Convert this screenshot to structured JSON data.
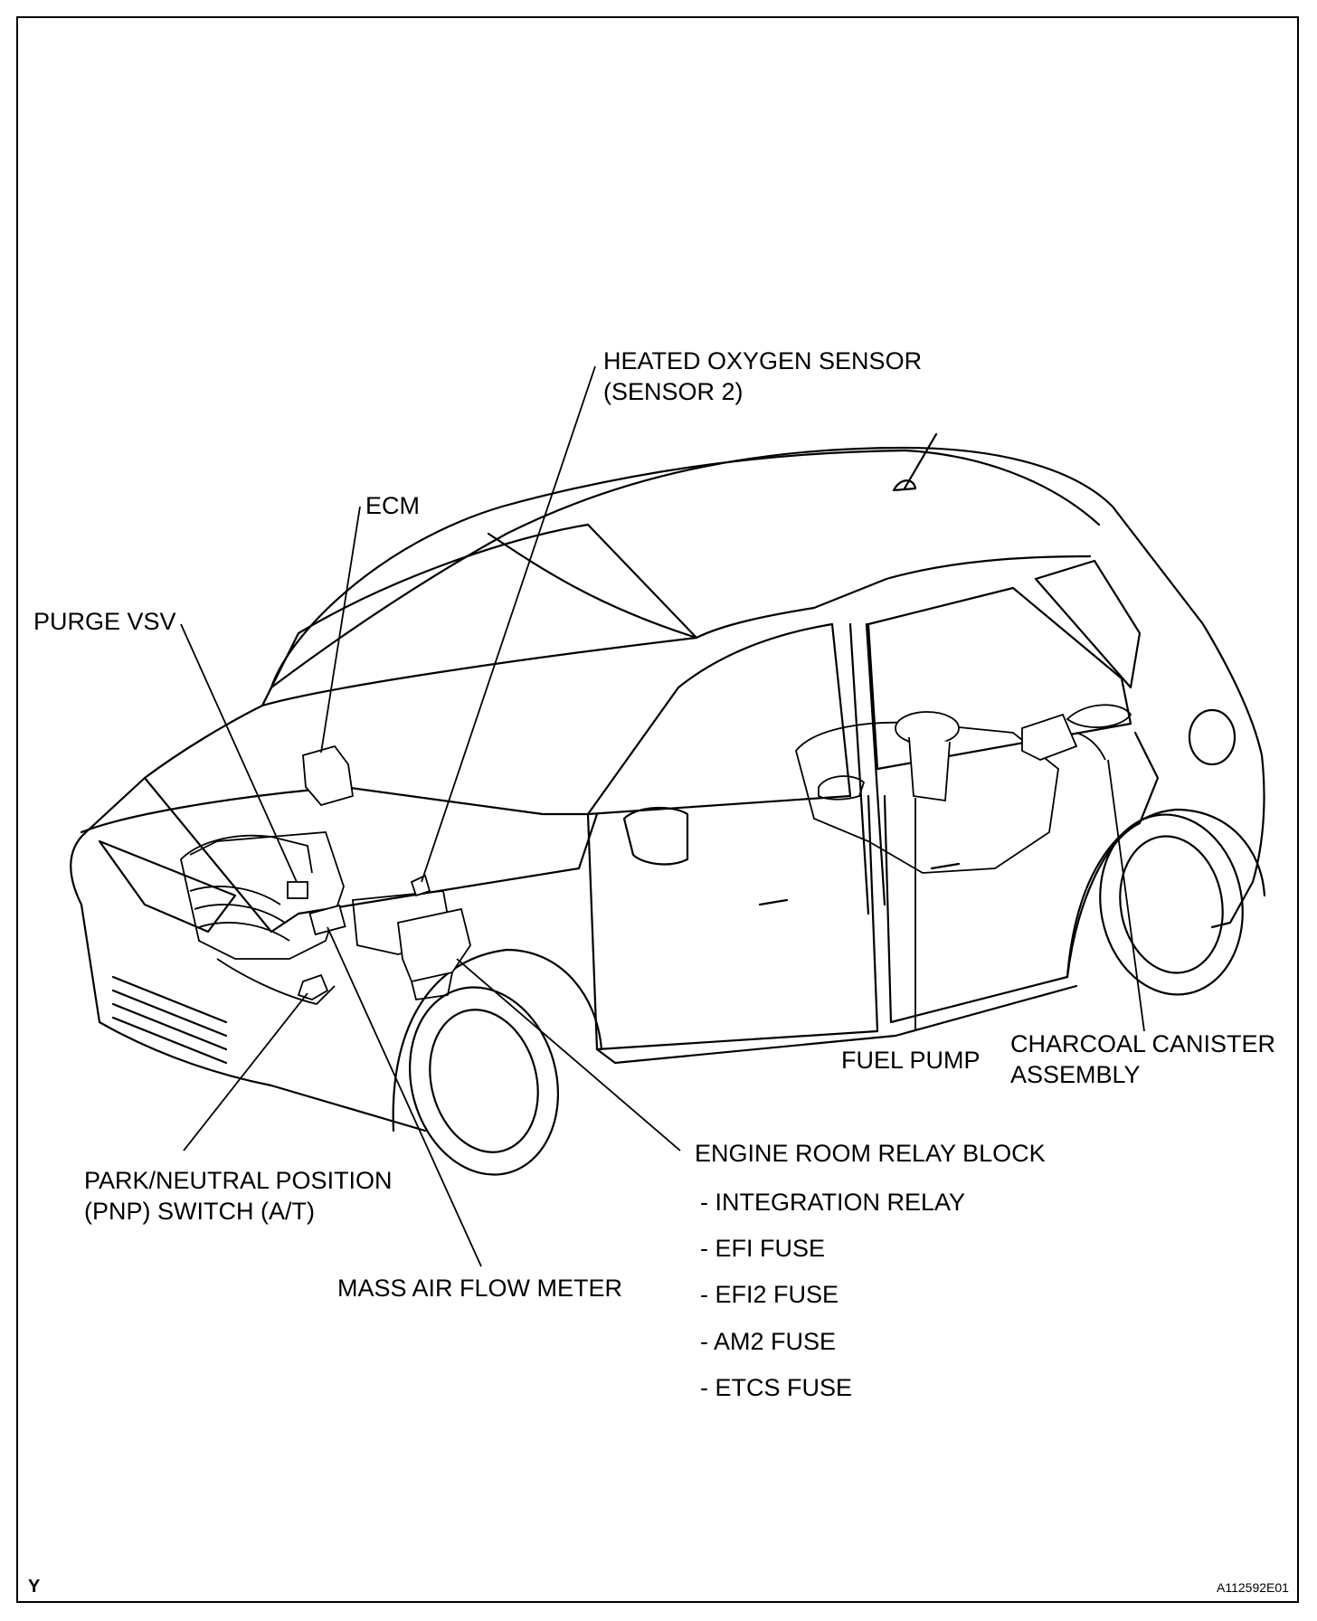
{
  "labels": {
    "heated_oxygen_sensor": [
      "HEATED OXYGEN SENSOR",
      "(SENSOR 2)"
    ],
    "ecm": "ECM",
    "purge_vsv": "PURGE VSV",
    "fuel_pump": "FUEL PUMP",
    "charcoal_canister": [
      "CHARCOAL CANISTER",
      "ASSEMBLY"
    ],
    "engine_room_relay_block": "ENGINE ROOM RELAY BLOCK",
    "relay_block_items": [
      "- INTEGRATION RELAY",
      "- EFI FUSE",
      "- EFI2 FUSE",
      "- AM2 FUSE",
      "- ETCS FUSE"
    ],
    "pnp_switch": [
      "PARK/NEUTRAL POSITION",
      "(PNP) SWITCH (A/T)"
    ],
    "mass_air_flow_meter": "MASS AIR FLOW METER"
  },
  "corner_mark": "Y",
  "figure_code": "A112592E01"
}
